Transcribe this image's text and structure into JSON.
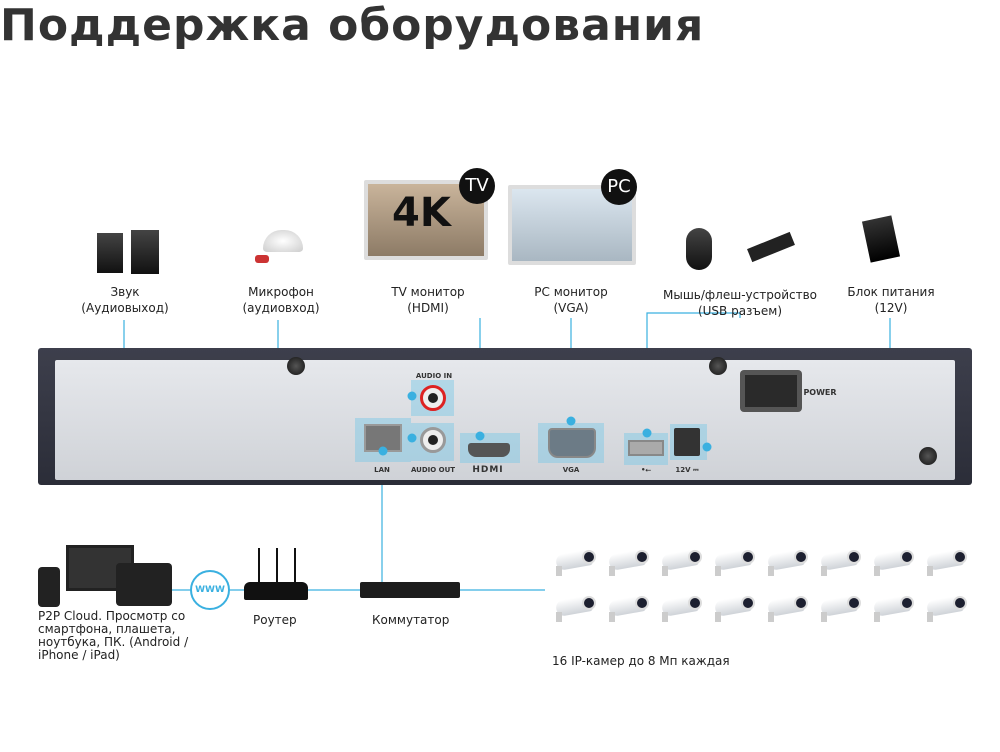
{
  "title": "Поддержка оборудования",
  "top_devices": [
    {
      "name": "Звук",
      "sub": "(Аудиовыход)"
    },
    {
      "name": "Микрофон",
      "sub": "(аудиовход)"
    },
    {
      "name": "TV монитор",
      "sub": "(HDMI)",
      "badge": "TV",
      "overlay": "4K"
    },
    {
      "name": "PC монитор",
      "sub": "(VGA)",
      "badge": "PC"
    },
    {
      "name": "Мышь/флеш-устройство",
      "sub": "(USB разъем)"
    },
    {
      "name": "Блок питания",
      "sub": "(12V)"
    }
  ],
  "ports": {
    "audio_in": "AUDIO IN",
    "audio_out": "AUDIO OUT",
    "lan": "LAN",
    "hdmi": "HDMI",
    "vga": "VGA",
    "usb": "•⭠",
    "power_in": "12V ⎓",
    "power": "POWER"
  },
  "bottom": {
    "cloud": "P2P Cloud. Просмотр со смартфона, плашета, ноутбука, ПК. (Android / iPhone / iPad)",
    "www": "WWW",
    "router": "Роутер",
    "switch": "Коммутатор",
    "cameras": "16 IP-камер до 8 Мп каждая",
    "camera_count": 16
  },
  "colors": {
    "wire": "#3ab0e0",
    "title": "#333333"
  }
}
